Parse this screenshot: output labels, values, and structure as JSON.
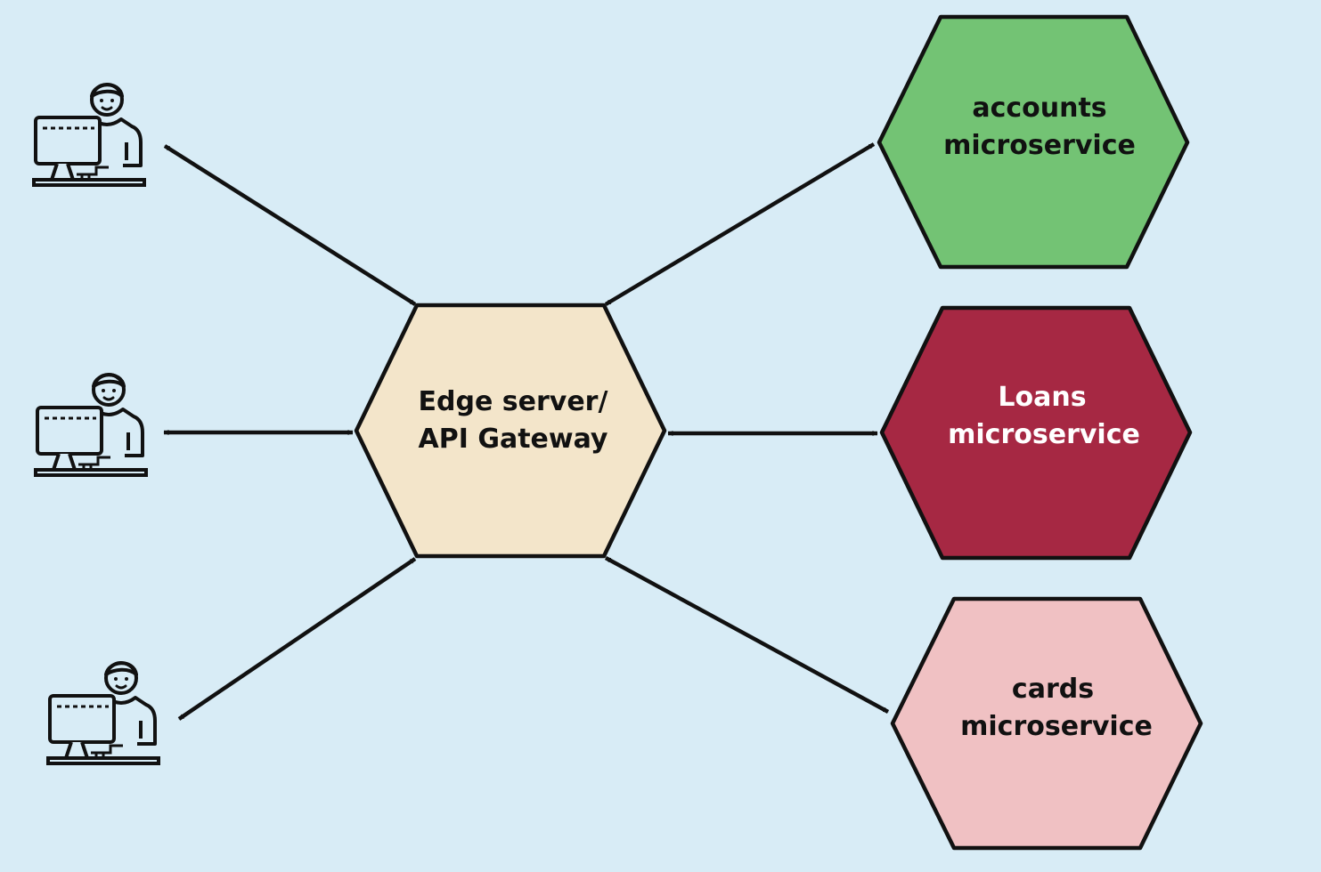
{
  "gateway": {
    "line1": "Edge server/",
    "line2": "API Gateway",
    "color": "#f3e5ca"
  },
  "services": [
    {
      "line1": "accounts",
      "line2": "microservice",
      "color": "#73c374",
      "text_color": "#111111"
    },
    {
      "line1": "Loans",
      "line2": "microservice",
      "color": "#a62843",
      "text_color": "#ffffff"
    },
    {
      "line1": "cards",
      "line2": "microservice",
      "color": "#f0c1c3",
      "text_color": "#111111"
    }
  ],
  "clients": [
    {
      "icon": "user-at-computer-icon"
    },
    {
      "icon": "user-at-computer-icon"
    },
    {
      "icon": "user-at-computer-icon"
    }
  ],
  "colors": {
    "background": "#d8ecf6",
    "stroke": "#111111"
  }
}
